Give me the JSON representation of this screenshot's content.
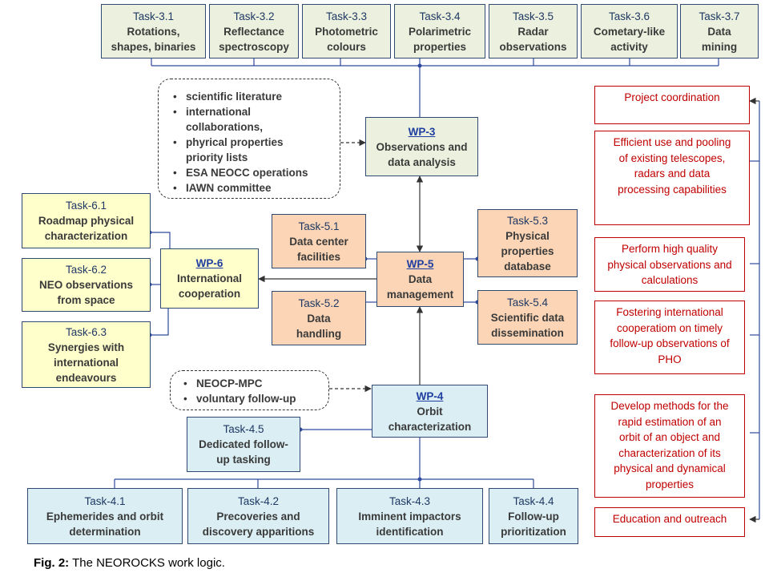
{
  "tasks3": [
    {
      "label": "Task-3.1",
      "name": "Rotations,\nshapes, binaries"
    },
    {
      "label": "Task-3.2",
      "name": "Reflectance\nspectroscopy"
    },
    {
      "label": "Task-3.3",
      "name": "Photometric\ncolours"
    },
    {
      "label": "Task-3.4",
      "name": "Polarimetric\nproperties"
    },
    {
      "label": "Task-3.5",
      "name": "Radar\nobservations"
    },
    {
      "label": "Task-3.6",
      "name": "Cometary-like\nactivity"
    },
    {
      "label": "Task-3.7",
      "name": "Data\nmining"
    }
  ],
  "wp3": {
    "label": "WP-3",
    "name": "Observations and\ndata analysis"
  },
  "wp3_inputs": [
    "scientific literature",
    "international\ncollaborations,",
    "phyrical properties\npriority lists",
    "ESA NEOCC operations",
    "IAWN committee"
  ],
  "tasks6": [
    {
      "label": "Task-6.1",
      "name": "Roadmap physical\ncharacterization"
    },
    {
      "label": "Task-6.2",
      "name": "NEO observations\nfrom space"
    },
    {
      "label": "Task-6.3",
      "name": "Synergies with\ninternational\nendeavours"
    }
  ],
  "wp6": {
    "label": "WP-6",
    "name": "International\ncooperation"
  },
  "tasks5": [
    {
      "label": "Task-5.1",
      "name": "Data center\nfacilities"
    },
    {
      "label": "Task-5.2",
      "name": "Data\nhandling"
    },
    {
      "label": "Task-5.3",
      "name": "Physical\nproperties\ndatabase"
    },
    {
      "label": "Task-5.4",
      "name": "Scientific data\ndissemination"
    }
  ],
  "wp5": {
    "label": "WP-5",
    "name": "Data\nmanagement"
  },
  "wp4_inputs": [
    "NEOCP-MPC",
    "voluntary follow-up"
  ],
  "wp4": {
    "label": "WP-4",
    "name": "Orbit\ncharacterization"
  },
  "task45": {
    "label": "Task-4.5",
    "name": "Dedicated follow-\nup tasking"
  },
  "tasks4": [
    {
      "label": "Task-4.1",
      "name": "Ephemerides and orbit\ndetermination"
    },
    {
      "label": "Task-4.2",
      "name": "Precoveries and\ndiscovery apparitions"
    },
    {
      "label": "Task-4.3",
      "name": "Imminent impactors\nidentification"
    },
    {
      "label": "Task-4.4",
      "name": "Follow-up\nprioritization"
    }
  ],
  "objectives": [
    "Project coordination",
    "Efficient use and pooling\nof existing telescopes,\nradars and data\nprocessing capabilities",
    "Perform  high quality\nphysical observations and\ncalculations",
    "Fostering international\ncooperatiom  on timely\nfollow-up observations of\nPHO",
    "Develop methods for the\nrapid estimation of an\norbit of an object and\ncharacterization of its\nphysical and dynamical\nproperties",
    "Education and outreach"
  ],
  "caption": {
    "prefix": "Fig. 2:",
    "text": " The NEOROCKS work logic."
  },
  "colors": {
    "line": "#2e4a9e",
    "objective": "#c00000"
  }
}
